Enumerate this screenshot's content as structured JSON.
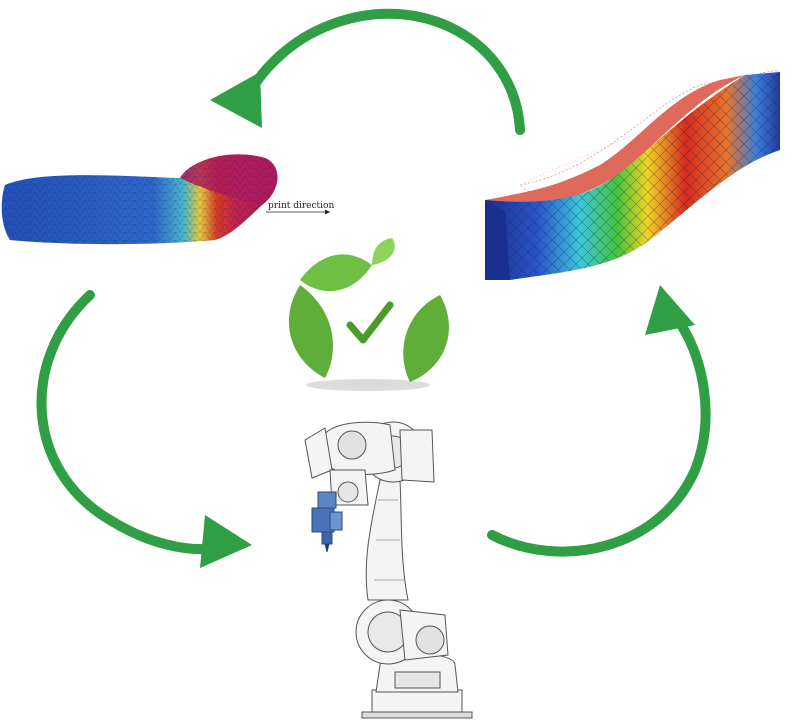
{
  "cycle": {
    "steps": [
      "print-simulation",
      "structural-fea",
      "robot-fabrication"
    ],
    "arrow_color": "#2f9e44"
  },
  "print_panel": {
    "label": "print direction"
  },
  "eco_icon": {
    "icon": "leaf-check-icon",
    "leaf_color": "#6fbf44",
    "check_color": "#4a9a2c"
  },
  "colors": {
    "fea_blue": "#1d3f9c",
    "fea_green": "#3fbf3f",
    "fea_yellow": "#f2d422",
    "fea_red": "#d92a1f",
    "fea_magenta": "#b01a5a"
  }
}
